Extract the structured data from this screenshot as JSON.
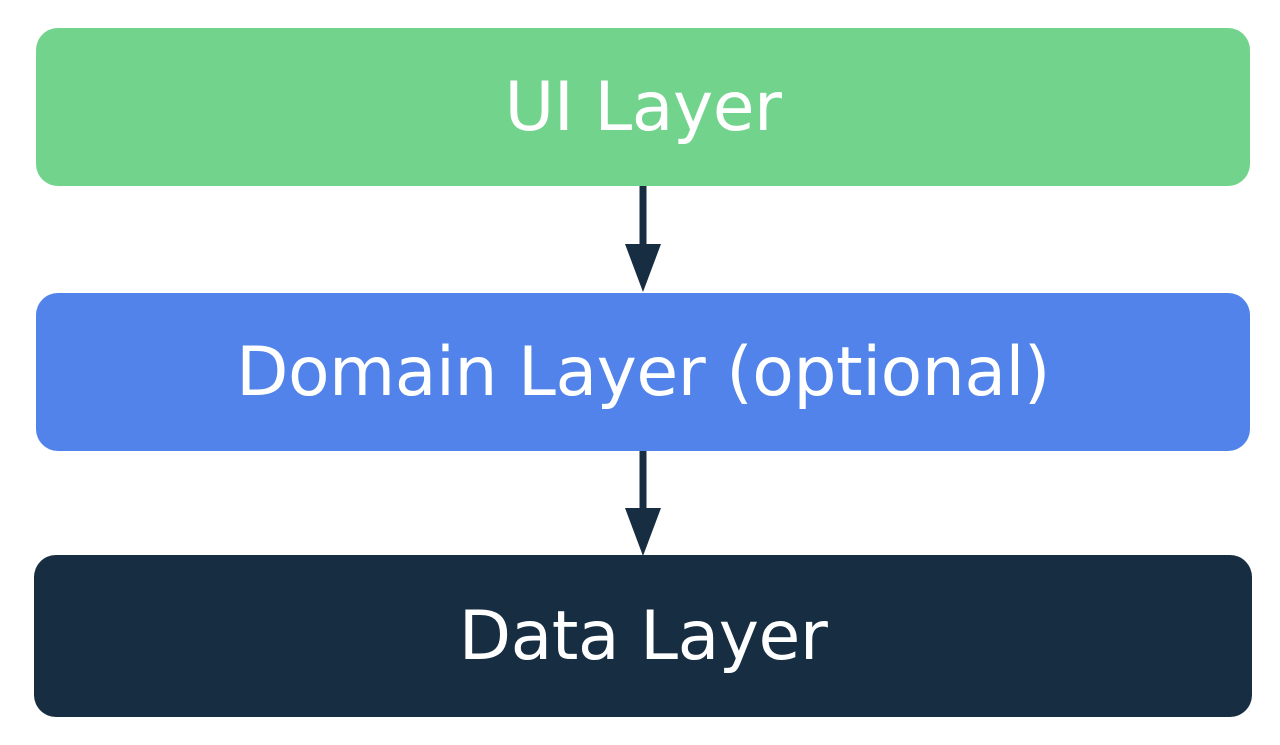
{
  "layers": {
    "ui": {
      "label": "UI Layer",
      "color": "#72d48c"
    },
    "domain": {
      "label": "Domain Layer (optional)",
      "color": "#5183ea"
    },
    "data": {
      "label": "Data Layer",
      "color": "#172e42"
    }
  },
  "arrow_color": "#172e42"
}
